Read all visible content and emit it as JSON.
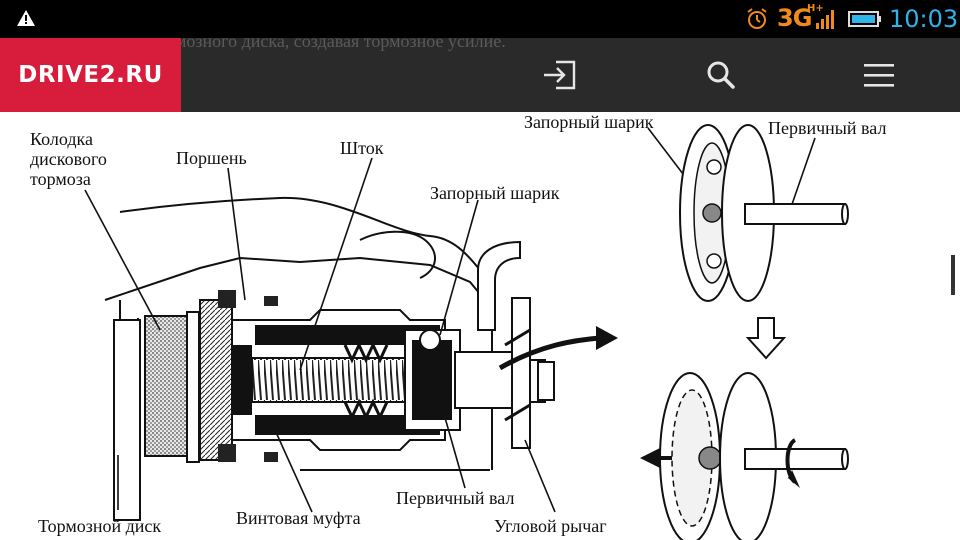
{
  "status_bar": {
    "network": "3G",
    "network_sup": "H+",
    "time": "10:03"
  },
  "app_bar": {
    "logo": "DRIVE2.RU",
    "background_text": "мозного диска, создавая тормозное усилие.",
    "icons": [
      "login-icon",
      "search-icon",
      "menu-icon"
    ]
  },
  "diagram": {
    "labels": {
      "pad": [
        "Колодка",
        "дискового",
        "тормоза"
      ],
      "piston": "Поршень",
      "rod": "Шток",
      "lock_ball_main": "Запорный шарик",
      "lock_ball_top": "Запорный шарик",
      "input_shaft_top": "Первичный вал",
      "brake_disc": "Тормозной диск",
      "screw_sleeve": "Винтовая муфта",
      "input_shaft_main": "Первичный вал",
      "angle_lever": "Угловой рычаг"
    }
  },
  "colors": {
    "brand": "#d81c3b",
    "appbar": "#2a2a2a",
    "status_net": "#f08a1c",
    "status_time": "#2eb3ea"
  }
}
